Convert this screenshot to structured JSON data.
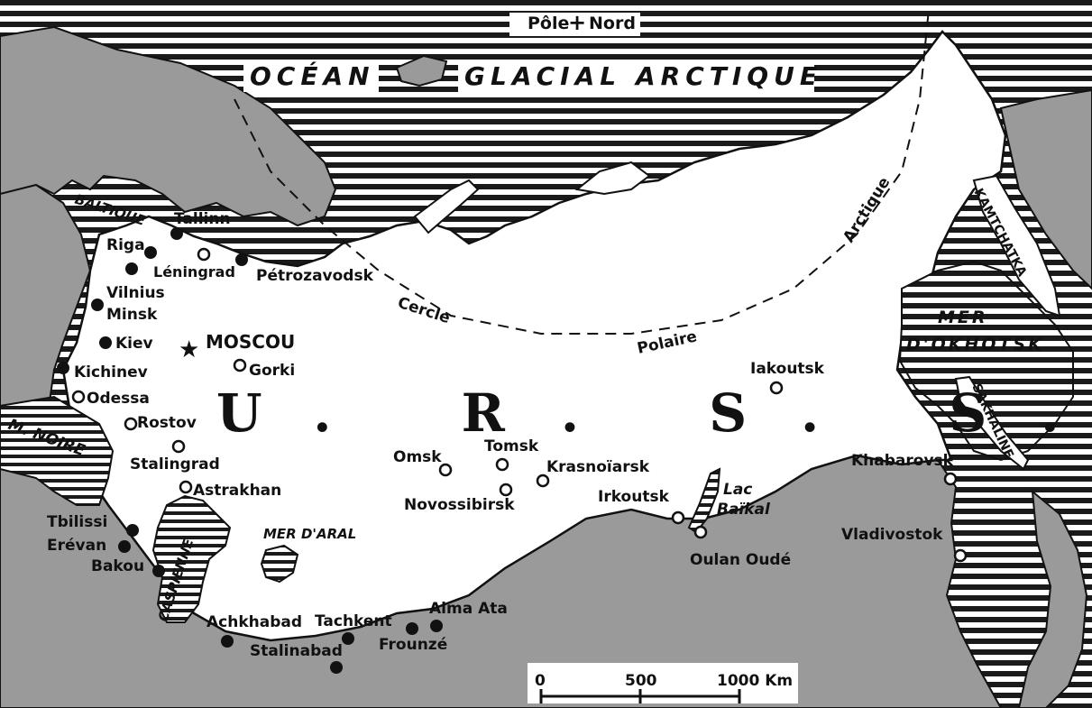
{
  "colors": {
    "land_other": "#9a9a9a",
    "ussr": "#ffffff",
    "ink": "#111111",
    "sea_hatch": "#1a1a1a"
  },
  "title": "U. R. S. S.",
  "pole": "Pôle",
  "pole_plus": "+",
  "nord": "Nord",
  "ocean": [
    "OCÉAN",
    "GLACIAL",
    "ARCTIQUE"
  ],
  "seas": {
    "baltique": "BALTIQUE",
    "noire": "M. NOIRE",
    "caspienne": "CASPIENNE",
    "aral": "MER D'ARAL",
    "okhotsk_1": "MER",
    "okhotsk_2": "D'OKHOTSK",
    "baikal_1": "Lac",
    "baikal_2": "Baïkal"
  },
  "regions": {
    "kamtchatka": "KAMTCHATKA",
    "sakhaline": "SAKHALINE"
  },
  "polar_circle": [
    "Cercle",
    "Polaire",
    "Arctique"
  ],
  "capital": "MOSCOU",
  "cities": {
    "tallinn": "Tallinn",
    "riga": "Riga",
    "leningrad": "Léningrad",
    "petrozavodsk": "Pétrozavodsk",
    "vilnius": "Vilnius",
    "minsk": "Minsk",
    "kiev": "Kiev",
    "gorki": "Gorki",
    "kichinev": "Kichinev",
    "odessa": "Odessa",
    "rostov": "Rostov",
    "stalingrad": "Stalingrad",
    "astrakhan": "Astrakhan",
    "tbilissi": "Tbilissi",
    "erevan": "Erévan",
    "bakou": "Bakou",
    "achkhabad": "Achkhabad",
    "tachkent": "Tachkent",
    "stalinabad": "Stalinabad",
    "frounze": "Frounzé",
    "alma_ata": "Alma Ata",
    "omsk": "Omsk",
    "tomsk": "Tomsk",
    "novossibirsk": "Novossibirsk",
    "krasnoiarsk": "Krasnoïarsk",
    "irkoutsk": "Irkoutsk",
    "oulan_oude": "Oulan Oudé",
    "iakoutsk": "Iakoutsk",
    "khabarovsk": "Khabarovsk",
    "vladivostok": "Vladivostok"
  },
  "scale": {
    "ticks": [
      "0",
      "500",
      "1000 Km"
    ]
  }
}
